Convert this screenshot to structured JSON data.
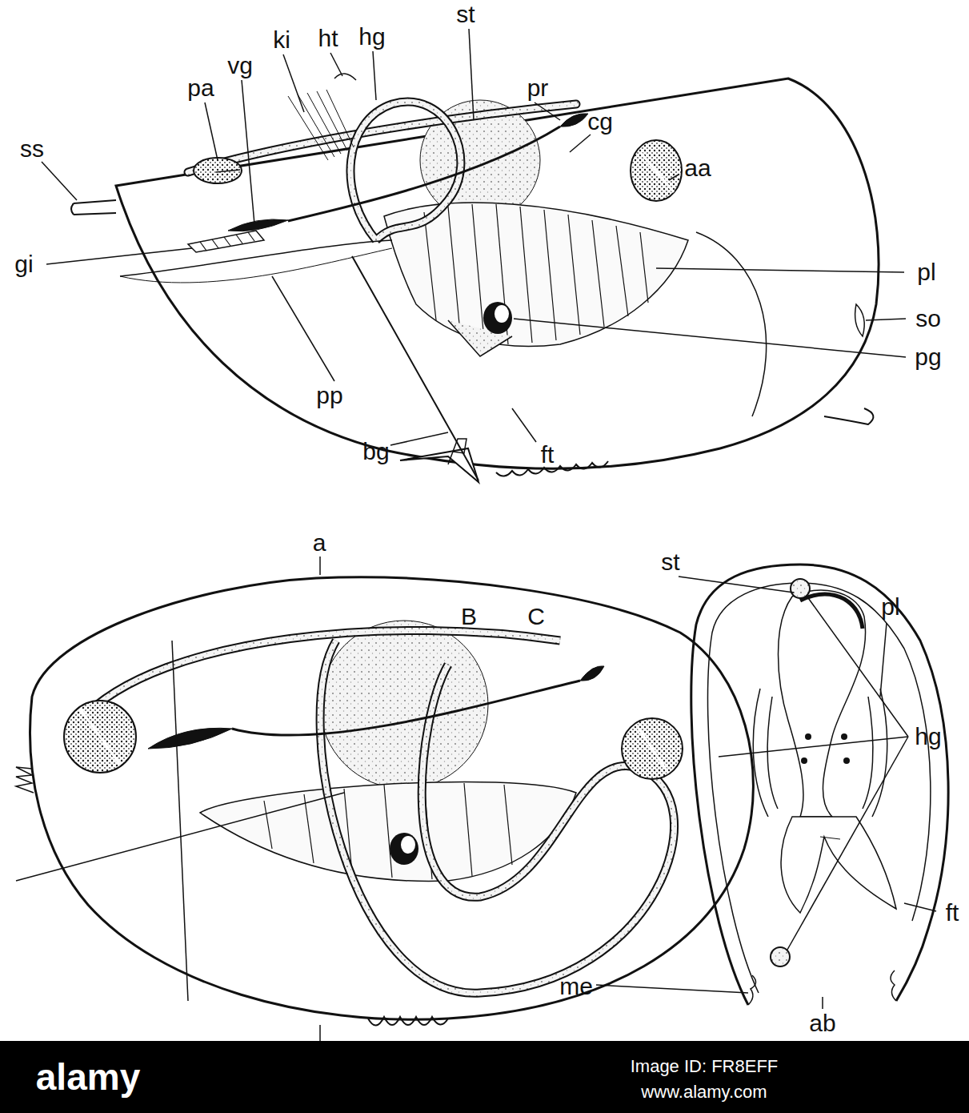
{
  "diagram": {
    "labels": [
      "st",
      "ht",
      "hg",
      "ki",
      "pr",
      "vg",
      "pa",
      "cg",
      "ss",
      "aa",
      "gi",
      "pl",
      "so",
      "pg",
      "pp",
      "bg",
      "ft",
      "a",
      "st",
      "B",
      "C",
      "pl",
      "hg",
      "ft",
      "me",
      "ab",
      "alamy",
      "Image ID: FR8EFF",
      "www.alamy.com"
    ]
  }
}
